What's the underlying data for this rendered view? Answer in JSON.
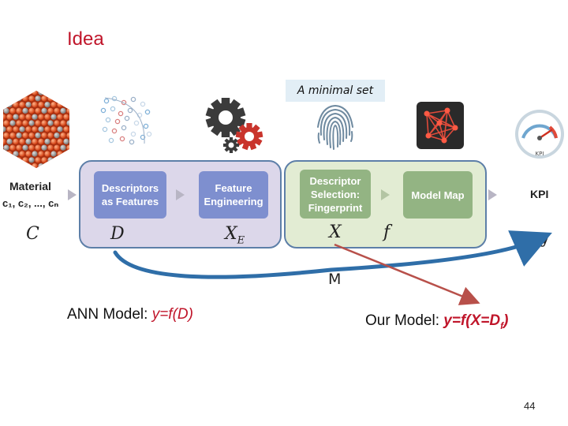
{
  "slide": {
    "title": "Idea",
    "minimal_set": "A minimal set",
    "material_label": "Material",
    "components": "c₁, c₂, ..., cₙ",
    "kpi_label": "KPI",
    "kpi_gauge_text": "KPI",
    "boxes": {
      "descriptors": [
        "Descriptors",
        "as Features"
      ],
      "feature_engineering": [
        "Feature",
        "Engineering"
      ],
      "descriptor_selection": [
        "Descriptor",
        "Selection:",
        "Fingerprint"
      ],
      "model_map": "Model Map"
    },
    "symbols": {
      "C": "C",
      "D": "D",
      "XE": "X",
      "XE_sub": "E",
      "X": "X",
      "f": "f",
      "y": "y",
      "M": "M"
    },
    "ann": {
      "prefix": "ANN Model: ",
      "formula": "y=f(D)"
    },
    "ours": {
      "prefix": "Our Model: ",
      "formula_a": "y=f(X=D",
      "formula_sub": "f",
      "formula_b": ")"
    },
    "page_number": "44"
  },
  "colors": {
    "title": "#c0152a",
    "box_blue": "#7e8fcf",
    "box_green": "#93b483",
    "curve": "#2f6ea8",
    "arrow_red": "#b8504a"
  }
}
